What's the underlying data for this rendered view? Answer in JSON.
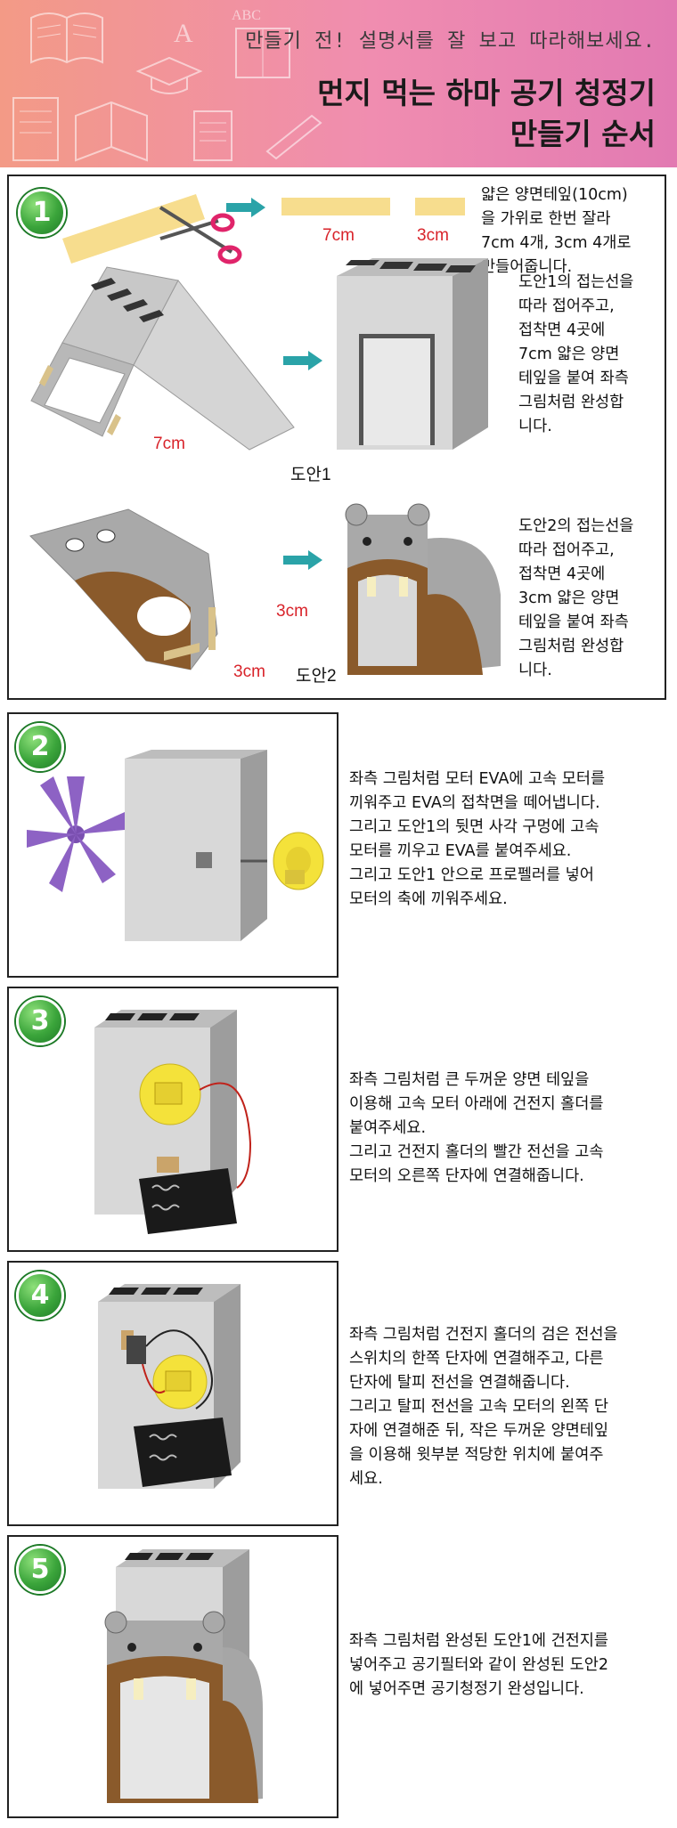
{
  "header": {
    "subtitle": "만들기 전! 설명서를 잘 보고 따라해보세요.",
    "title_line1": "먼지 먹는 하마 공기 청정기",
    "title_line2": "만들기 순서"
  },
  "steps": [
    {
      "number": "1",
      "rows": [
        {
          "text": "얇은 양면테잎(10cm)\n을 가위로 한번 잘라\n7cm 4개, 3cm 4개로\n만들어줍니다.",
          "labels": [
            "7cm",
            "3cm"
          ]
        },
        {
          "text": "도안1의 접는선을\n따라 접어주고,\n접착면 4곳에\n7cm 얇은 양면\n테잎을 붙여 좌측\n그림처럼 완성합\n니다.",
          "labels": [
            "7cm",
            "도안1"
          ]
        },
        {
          "text": "도안2의 접는선을\n따라 접어주고,\n접착면 4곳에\n3cm 얇은 양면\n테잎을 붙여 좌측\n그림처럼 완성합\n니다.",
          "labels": [
            "3cm",
            "3cm",
            "도안2"
          ]
        }
      ]
    },
    {
      "number": "2",
      "text": "좌측 그림처럼 모터 EVA에 고속 모터를\n끼워주고 EVA의 접착면을 떼어냅니다.\n그리고 도안1의 뒷면 사각 구멍에 고속\n모터를 끼우고 EVA를 붙여주세요.\n그리고 도안1 안으로 프로펠러를 넣어\n모터의 축에 끼워주세요."
    },
    {
      "number": "3",
      "text": "좌측 그림처럼 큰 두꺼운 양면 테잎을\n이용해 고속 모터 아래에 건전지 홀더를\n붙여주세요.\n그리고 건전지 홀더의 빨간 전선을 고속\n모터의 오른쪽 단자에 연결해줍니다."
    },
    {
      "number": "4",
      "text": "좌측 그림처럼 건전지 홀더의 검은 전선을\n스위치의 한쪽 단자에 연결해주고, 다른\n단자에 탈피 전선을 연결해줍니다.\n그리고 탈피 전선을 고속 모터의 왼쪽 단\n자에 연결해준 뒤, 작은 두꺼운 양면테잎\n을 이용해 윗부분 적당한 위치에 붙여주\n세요."
    },
    {
      "number": "5",
      "text": "좌측 그림처럼 완성된 도안1에 건전지를\n넣어주고 공기필터와 같이 완성된 도안2\n에 넣어주면 공기청정기 완성입니다."
    }
  ],
  "colors": {
    "tape": "#f7dd8e",
    "arrow": "#2aa3a8",
    "hippo_brown": "#8a5a2b",
    "motor_yellow": "#f4e23a",
    "badge_green": "#3ba53b",
    "label_red": "#d8232a"
  }
}
